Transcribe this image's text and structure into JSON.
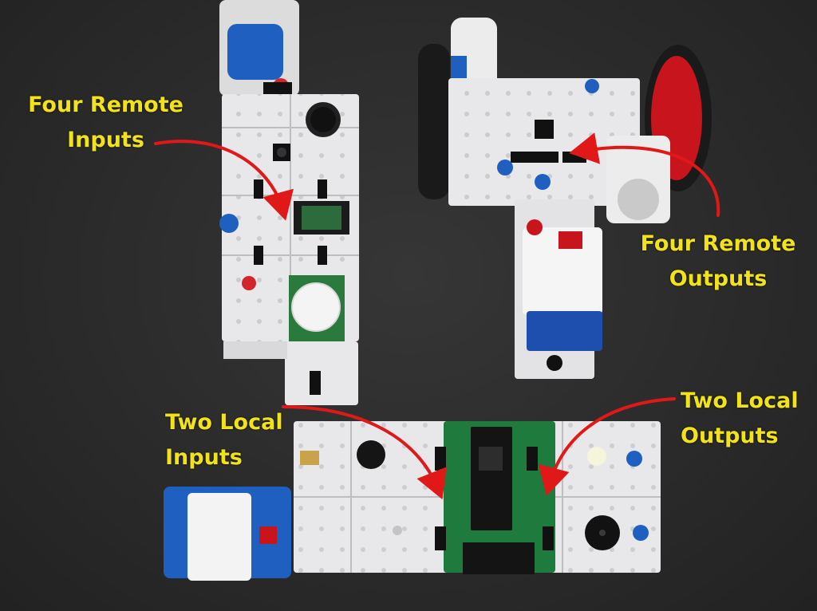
{
  "labels": {
    "remote_inputs": {
      "line1": "Four Remote",
      "line2": "Inputs"
    },
    "remote_outputs": {
      "line1": "Four Remote",
      "line2": "Outputs"
    },
    "local_inputs": {
      "line1": "Two Local",
      "line2": "Inputs"
    },
    "local_outputs": {
      "line1": "Two Local",
      "line2": "Outputs"
    }
  },
  "colors": {
    "label_text": "#f2e21a",
    "arrow": "#e01818",
    "background": "#2b2b2b",
    "module_board": "#e8e8ea",
    "pcb_green": "#1f7a3e",
    "battery_blue": "#1f5fbf",
    "wheel_red": "#c8141c"
  }
}
